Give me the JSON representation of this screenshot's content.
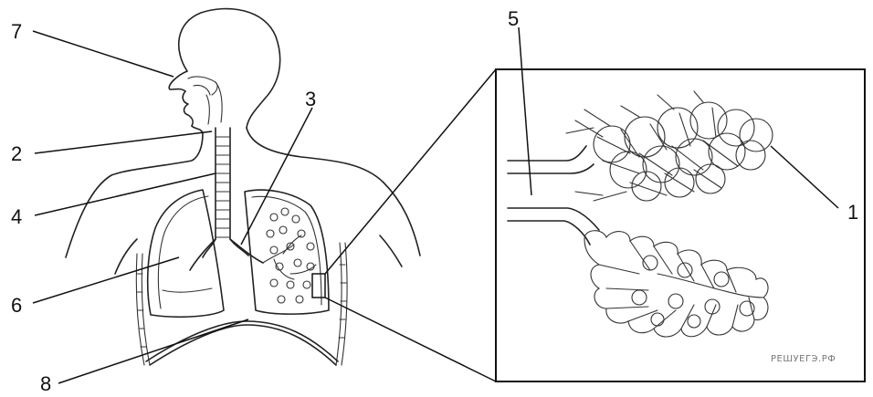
{
  "labels": {
    "l1": "1",
    "l2": "2",
    "l3": "3",
    "l4": "4",
    "l5": "5",
    "l6": "6",
    "l7": "7",
    "l8": "8"
  },
  "watermark": "РЕШУЕГЭ.РФ"
}
